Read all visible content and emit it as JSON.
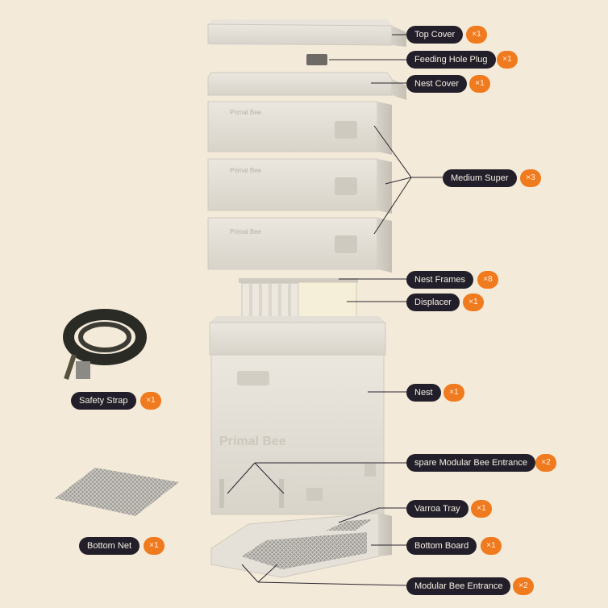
{
  "brand": "Primal Bee",
  "accent_color": "#f07a1e",
  "label_color": "#221f2a",
  "background_color": "#f4ead9",
  "parts": [
    {
      "name": "Top Cover",
      "qty": "×1"
    },
    {
      "name": "Feeding Hole Plug",
      "qty": "×1"
    },
    {
      "name": "Nest Cover",
      "qty": "×1"
    },
    {
      "name": "Medium Super",
      "qty": "×3"
    },
    {
      "name": "Nest Frames",
      "qty": "×8"
    },
    {
      "name": "Displacer",
      "qty": "×1"
    },
    {
      "name": "Nest",
      "qty": "×1"
    },
    {
      "name": "spare Modular Bee Entrance",
      "qty": "×2"
    },
    {
      "name": "Varroa Tray",
      "qty": "×1"
    },
    {
      "name": "Bottom Board",
      "qty": "×1"
    },
    {
      "name": "Modular Bee Entrance",
      "qty": "×2"
    },
    {
      "name": "Safety Strap",
      "qty": "×1"
    },
    {
      "name": "Bottom Net",
      "qty": "×1"
    }
  ]
}
